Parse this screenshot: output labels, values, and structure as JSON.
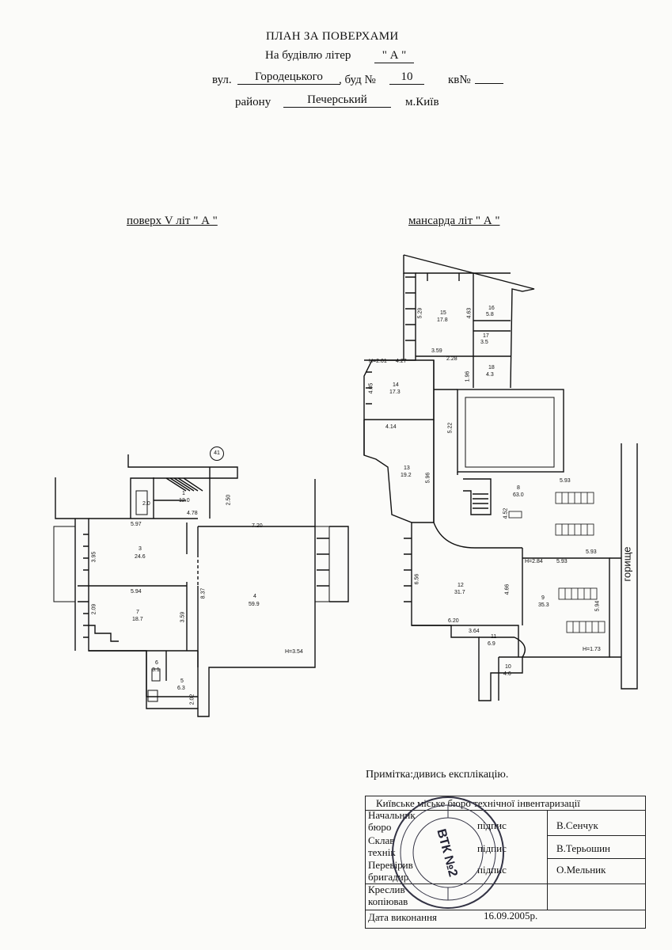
{
  "header": {
    "title": "ПЛАН ЗА ПОВЕРХАМИ",
    "building_prefix": "На будівлю літер",
    "building_letter": "\" А \"",
    "street_prefix": "вул.",
    "street_name": "Городецького",
    "house_label": ", буд №",
    "house_number": "10",
    "apt_label": "кв№",
    "district_prefix": "району",
    "district_name": "Печерський",
    "city": "м.Київ"
  },
  "plans": {
    "left_title": "поверх  V  літ \" А \"",
    "right_title": "мансарда  літ \" А \"",
    "left_rooms": [
      {
        "num": "1",
        "area": "12.0"
      },
      {
        "num": "2",
        "area": "2.0"
      },
      {
        "num": "3",
        "area": "24.6"
      },
      {
        "num": "4",
        "area": "59.9"
      },
      {
        "num": "5",
        "area": "6.3"
      },
      {
        "num": "6",
        "area": "3.1"
      },
      {
        "num": "7",
        "area": "18.7"
      }
    ],
    "left_dims": [
      "2.50",
      "4.78",
      "5.97",
      "7.20",
      "3.95",
      "8.37",
      "5.94",
      "2.09",
      "3.59",
      "H=3.54",
      "2.02",
      "41"
    ],
    "right_rooms": [
      {
        "num": "15",
        "area": "17.8"
      },
      {
        "num": "16",
        "area": "5.8"
      },
      {
        "num": "17",
        "area": "3.5"
      },
      {
        "num": "18",
        "area": "4.3"
      },
      {
        "num": "14",
        "area": "17.3"
      },
      {
        "num": "13",
        "area": "19.2"
      },
      {
        "num": "8",
        "area": "63.0"
      },
      {
        "num": "12",
        "area": "31.7"
      },
      {
        "num": "9",
        "area": "35.3"
      },
      {
        "num": "11",
        "area": "6.9"
      },
      {
        "num": "10",
        "area": "4.6"
      }
    ],
    "right_dims": [
      "5.29",
      "4.63",
      "3.59",
      "H=2.01",
      "4.27",
      "2.28",
      "1.96",
      "4.05",
      "4.14",
      "5.22",
      "5.96",
      "5.93",
      "4.52",
      "5.93",
      "H=2.84",
      "5.93",
      "6.56",
      "4.66",
      "5.94",
      "6.20",
      "3.64",
      "H=1.73"
    ],
    "attic_label": "горище"
  },
  "note": "Примітка:дивись експлікацію.",
  "stamp": {
    "org": "Київське міське бюро технічної інвентаризації",
    "rows": [
      {
        "role": "Начальник",
        "role2": "бюро",
        "sign": "підпис",
        "name": "В.Сенчук"
      },
      {
        "role": "Склав",
        "role2": "технік",
        "sign": "підпис",
        "name": "В.Терьошин"
      },
      {
        "role": "Перевірив",
        "role2": "бригадир",
        "sign": "підпис",
        "name": "О.Мельник"
      },
      {
        "role": "Креслив",
        "role2": "копіював",
        "sign": "",
        "name": ""
      }
    ],
    "date_label": "Дата виконання",
    "date": "16.09.2005р."
  },
  "seal_text": "ВТК №2"
}
